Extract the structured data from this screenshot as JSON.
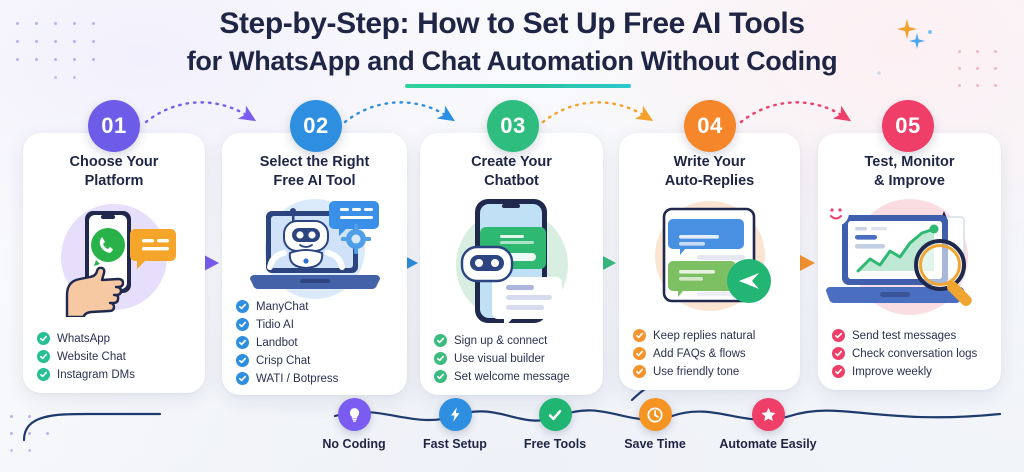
{
  "header": {
    "title_line1": "Step-by-Step: How to Set Up Free AI Tools",
    "title_line2": "for WhatsApp and Chat Automation Without Coding",
    "underline_color": "#2ac79c"
  },
  "steps": [
    {
      "number": "01",
      "color": "#6c5ce7",
      "title_line1": "Choose Your",
      "title_line2": "Platform",
      "illustration": "hand-holding-phone-whatsapp-icon",
      "illus_bg_color": "#e6defa",
      "bullets": [
        "WhatsApp",
        "Website Chat",
        "Instagram DMs"
      ],
      "tick_color": "#27c093"
    },
    {
      "number": "02",
      "color": "#2e8fe0",
      "title_line1": "Select the Right",
      "title_line2": "Free AI Tool",
      "illustration": "laptop-with-robot-and-gear",
      "illus_bg_color": "#dbeafb",
      "bullets": [
        "ManyChat",
        "Tidio AI",
        "Landbot",
        "Crisp Chat",
        "WATI / Botpress"
      ],
      "tick_color": "#2e8fe0"
    },
    {
      "number": "03",
      "color": "#2ebd7e",
      "title_line1": "Create Your",
      "title_line2": "Chatbot",
      "illustration": "phone-with-chatbot-and-message-bubbles",
      "illus_bg_color": "#d7eee1",
      "bullets": [
        "Sign up & connect",
        "Use visual builder",
        "Set welcome message"
      ],
      "tick_color": "#3cbb7f"
    },
    {
      "number": "04",
      "color": "#f5862a",
      "title_line1": "Write Your",
      "title_line2": "Auto-Replies",
      "illustration": "chat-window-with-send-button",
      "illus_bg_color": "#fbe5d2",
      "bullets": [
        "Keep replies natural",
        "Add FAQs & flows",
        "Use friendly tone"
      ],
      "tick_color": "#f5942f"
    },
    {
      "number": "05",
      "color": "#ef3e68",
      "title_line1": "Test, Monitor",
      "title_line2": "& Improve",
      "illustration": "laptop-analytics-chart-with-magnifier",
      "illus_bg_color": "#fadde3",
      "bullets": [
        "Send test messages",
        "Check conversation logs",
        "Improve weekly"
      ],
      "tick_color": "#ef3e68"
    }
  ],
  "footer": {
    "items": [
      {
        "label": "No Coding",
        "icon": "lightbulb-icon",
        "color": "#7a5cf0"
      },
      {
        "label": "Fast Setup",
        "icon": "lightning-icon",
        "color": "#2e8fe0"
      },
      {
        "label": "Free Tools",
        "icon": "check-icon",
        "color": "#21b573"
      },
      {
        "label": "Save Time",
        "icon": "clock-icon",
        "color": "#f59422"
      },
      {
        "label": "Automate Easily",
        "icon": "star-icon",
        "color": "#ef3e68"
      }
    ]
  },
  "connectors": {
    "top_arrow_colors": [
      "#7a5cf0",
      "#2e8fe0",
      "#f5a02a",
      "#ef3e68"
    ],
    "mid_arrow_colors": [
      "#7a5cf0",
      "#2e8fe0",
      "#3cbb7f",
      "#f5942f"
    ]
  }
}
